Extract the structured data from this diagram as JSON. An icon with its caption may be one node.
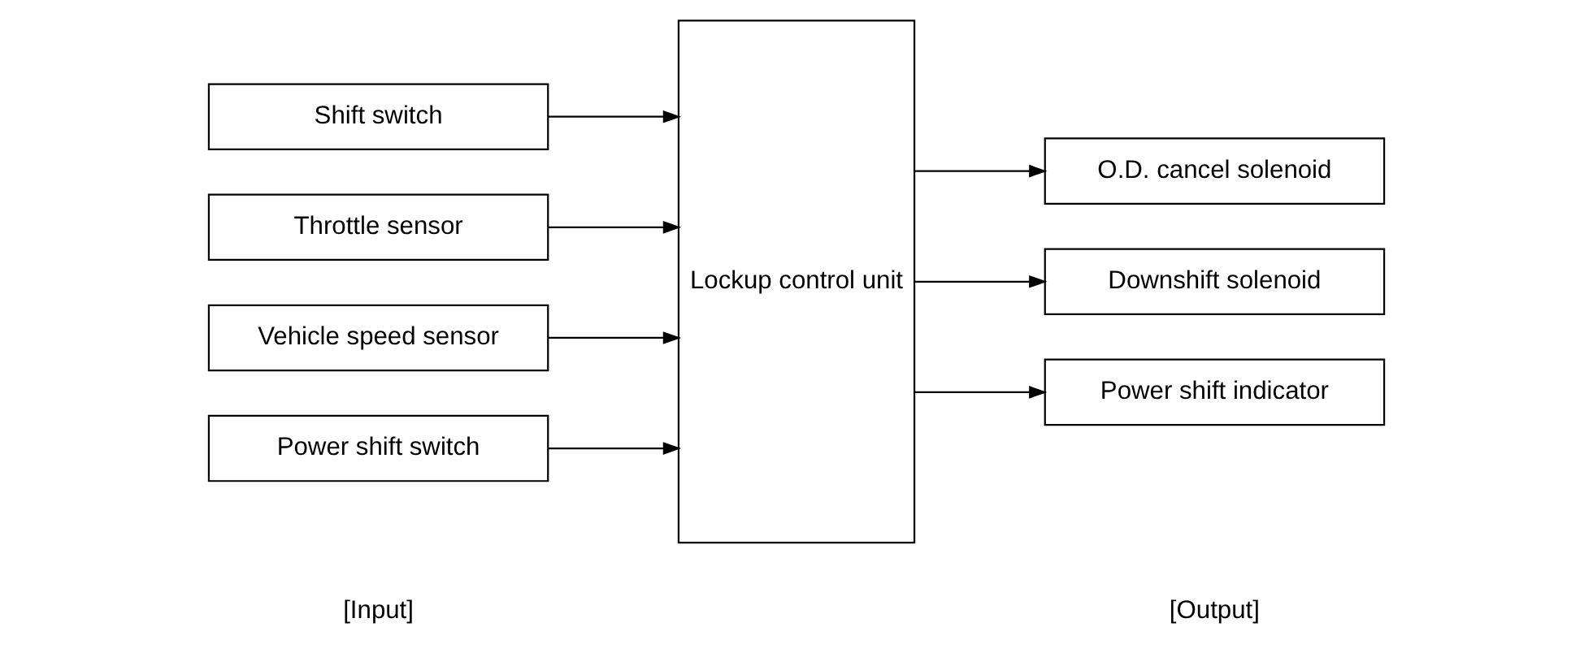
{
  "diagram": {
    "nodes": [
      {
        "text": [
          "Shift switch"
        ]
      },
      {
        "text": [
          "Throttle sensor"
        ]
      },
      {
        "text": [
          "Vehicle speed sensor"
        ]
      },
      {
        "text": [
          "Power shift switch"
        ]
      },
      {
        "text": [
          "Lockup control unit"
        ]
      },
      {
        "text": [
          "O.D. cancel solenoid"
        ]
      },
      {
        "text": [
          "Downshift solenoid"
        ]
      },
      {
        "text": [
          "Power shift indicator"
        ]
      }
    ],
    "edges": [
      {
        "from": 0,
        "to": 4,
        "arrow": "to"
      },
      {
        "from": 1,
        "to": 4,
        "arrow": "to"
      },
      {
        "from": 2,
        "to": 4,
        "arrow": "to"
      },
      {
        "from": 3,
        "to": 4,
        "arrow": "to"
      },
      {
        "from": 4,
        "to": 5,
        "arrow": "to"
      },
      {
        "from": 4,
        "to": 6,
        "arrow": "to"
      },
      {
        "from": 4,
        "to": 7,
        "arrow": "to"
      }
    ],
    "labels": [
      "[Input]",
      "[Output]"
    ]
  }
}
